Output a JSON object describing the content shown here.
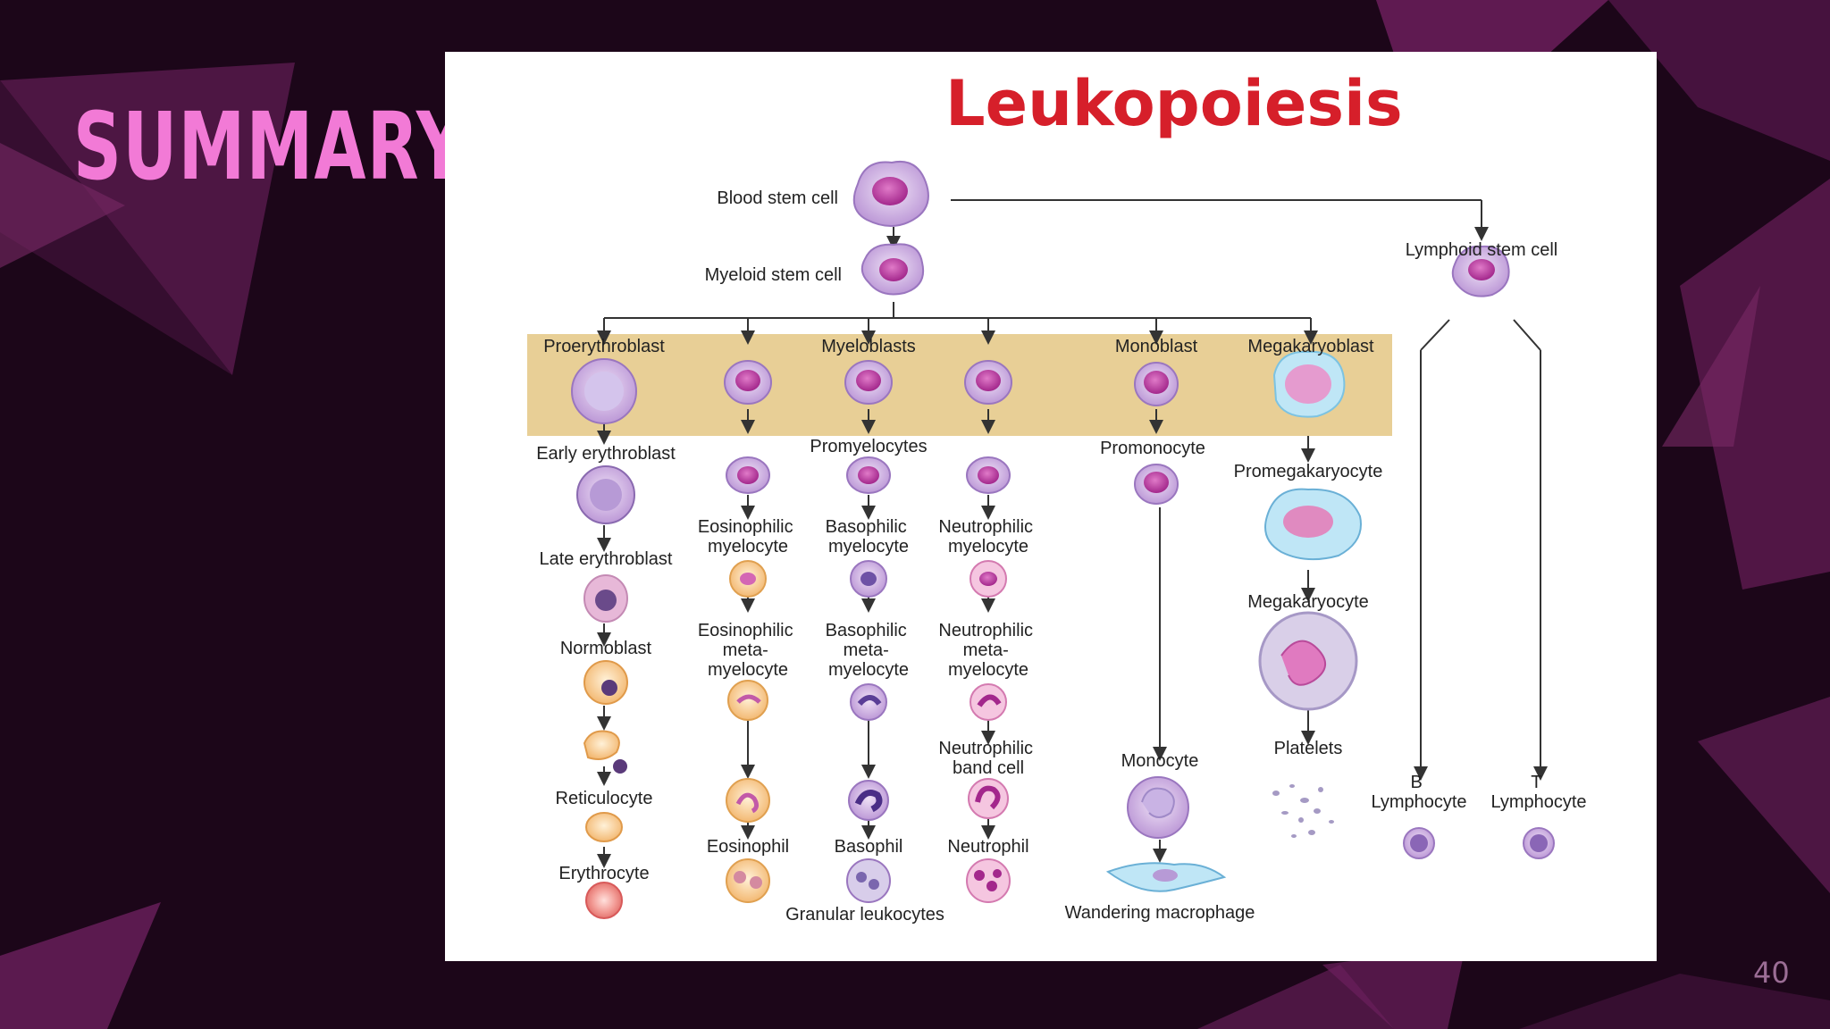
{
  "slide": {
    "title": "SUMMARY",
    "page_number": "40",
    "colors": {
      "background": "#1c0619",
      "title": "#f27ad6",
      "shard": "#6b1f5c",
      "page_number": "#9b6d95"
    }
  },
  "diagram": {
    "title": "Leukopoiesis",
    "colors": {
      "title": "#d61f2a",
      "blast_band": "#e8cf96",
      "cell_outer": "#c39bd8",
      "cell_nucleus": "#b93aa0",
      "line": "#333333"
    },
    "labels": {
      "blood_stem_cell": "Blood stem cell",
      "myeloid_stem_cell": "Myeloid stem cell",
      "lymphoid_stem_cell": "Lymphoid stem cell",
      "proerythroblast": "Proerythroblast",
      "myeloblasts": "Myeloblasts",
      "monoblast": "Monoblast",
      "megakaryoblast": "Megakaryoblast",
      "early_erythroblast": "Early erythroblast",
      "late_erythroblast": "Late erythroblast",
      "normoblast": "Normoblast",
      "reticulocyte": "Reticulocyte",
      "erythrocyte": "Erythrocyte",
      "promyelocytes": "Promyelocytes",
      "eosinophilic_myelocyte": [
        "Eosinophilic",
        "myelocyte"
      ],
      "basophilic_myelocyte": [
        "Basophilic",
        "myelocyte"
      ],
      "neutrophilic_myelocyte": [
        "Neutrophilic",
        "myelocyte"
      ],
      "eosinophilic_metamyelocyte": [
        "Eosinophilic",
        "meta-",
        "myelocyte"
      ],
      "basophilic_metamyelocyte": [
        "Basophilic",
        "meta-",
        "myelocyte"
      ],
      "neutrophilic_metamyelocyte": [
        "Neutrophilic",
        "meta-",
        "myelocyte"
      ],
      "neutrophilic_band_cell": [
        "Neutrophilic",
        "band cell"
      ],
      "eosinophil": "Eosinophil",
      "basophil": "Basophil",
      "neutrophil": "Neutrophil",
      "granular_leukocytes": "Granular leukocytes",
      "promonocyte": "Promonocyte",
      "monocyte": "Monocyte",
      "wandering_macrophage": "Wandering macrophage",
      "promegakaryocyte": "Promegakaryocyte",
      "megakaryocyte": "Megakaryocyte",
      "platelets": "Platelets",
      "b_lymphocyte": [
        "B",
        "Lymphocyte"
      ],
      "t_lymphocyte": [
        "T",
        "Lymphocyte"
      ]
    }
  }
}
